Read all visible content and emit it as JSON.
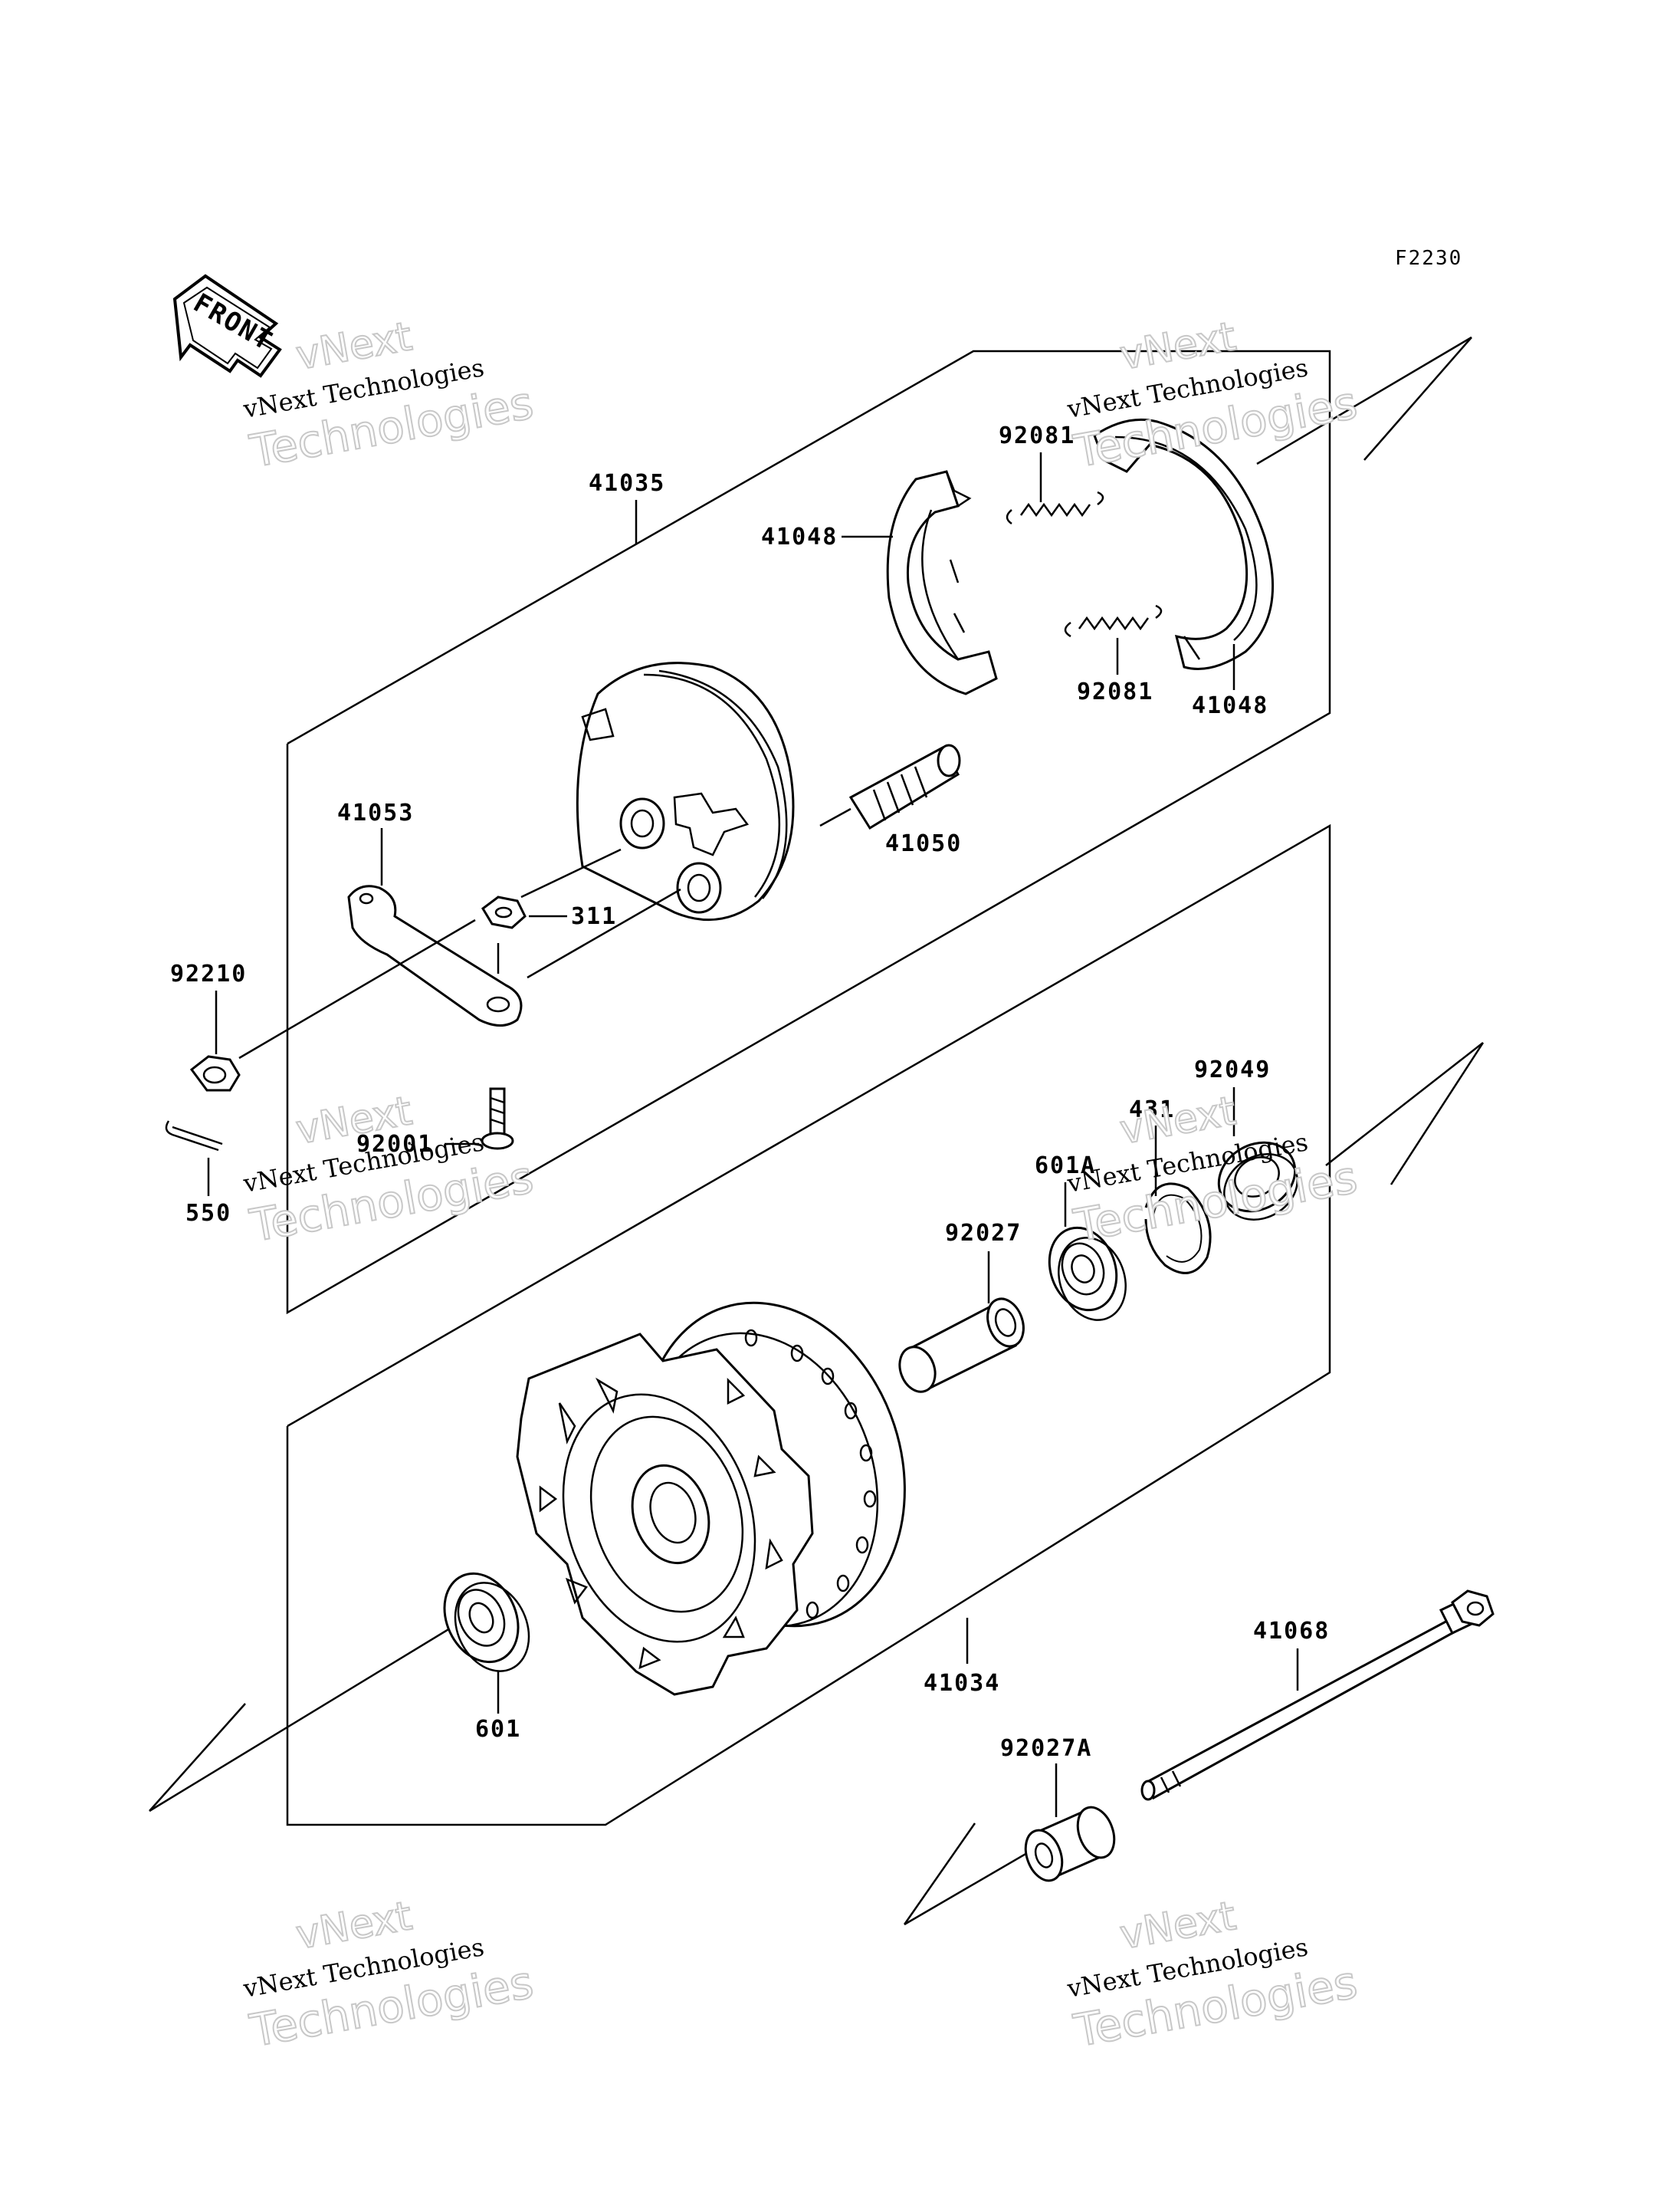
{
  "diagram": {
    "code": "F2230",
    "front_label": "FRONT",
    "watermark": {
      "line1": "vNext",
      "line2": "vNext Technologies",
      "line3": "Technologies"
    },
    "labels": {
      "p41035": "41035",
      "p41048a": "41048",
      "p41048b": "41048",
      "p92081a": "92081",
      "p92081b": "92081",
      "p41053": "41053",
      "p41050": "41050",
      "p311": "311",
      "p92210": "92210",
      "p92001": "92001",
      "p550": "550",
      "p92049": "92049",
      "p431": "431",
      "p601A": "601A",
      "p92027": "92027",
      "p41068": "41068",
      "p41034": "41034",
      "p601": "601",
      "p92027A": "92027A"
    }
  }
}
